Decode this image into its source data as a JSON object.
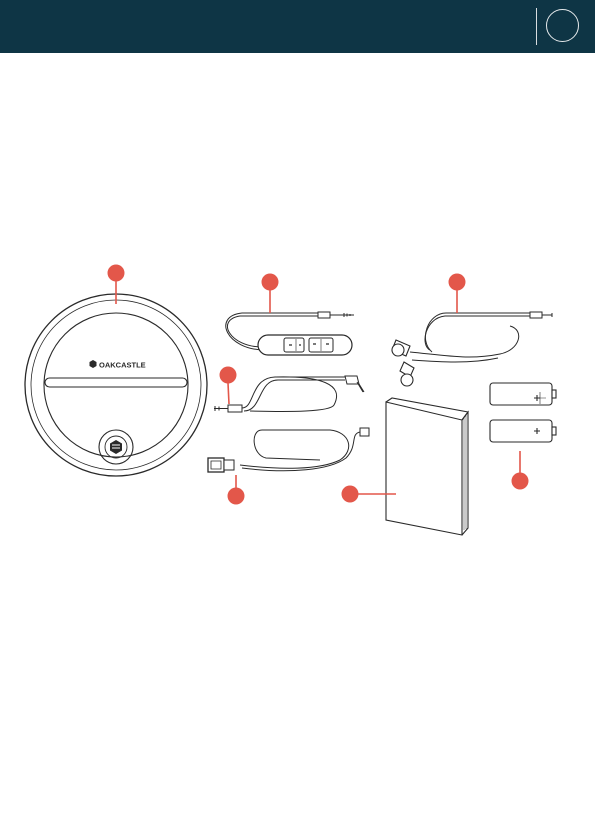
{
  "header": {
    "background": "#0e3545"
  },
  "brand": {
    "logo_text": "OAKCASTLE"
  },
  "colors": {
    "marker": "#e3574a",
    "line_art": "#2a2a2a"
  },
  "contents_items": [
    {
      "name": "speaker-unit",
      "icon": "round-speaker"
    },
    {
      "name": "inline-remote-cable",
      "icon": "cable-with-remote"
    },
    {
      "name": "earphones",
      "icon": "earphones"
    },
    {
      "name": "aux-cable",
      "icon": "audio-cable"
    },
    {
      "name": "power-cable",
      "icon": "usb-cable"
    },
    {
      "name": "user-manual",
      "icon": "booklet"
    },
    {
      "name": "batteries",
      "icon": "batteries"
    }
  ]
}
